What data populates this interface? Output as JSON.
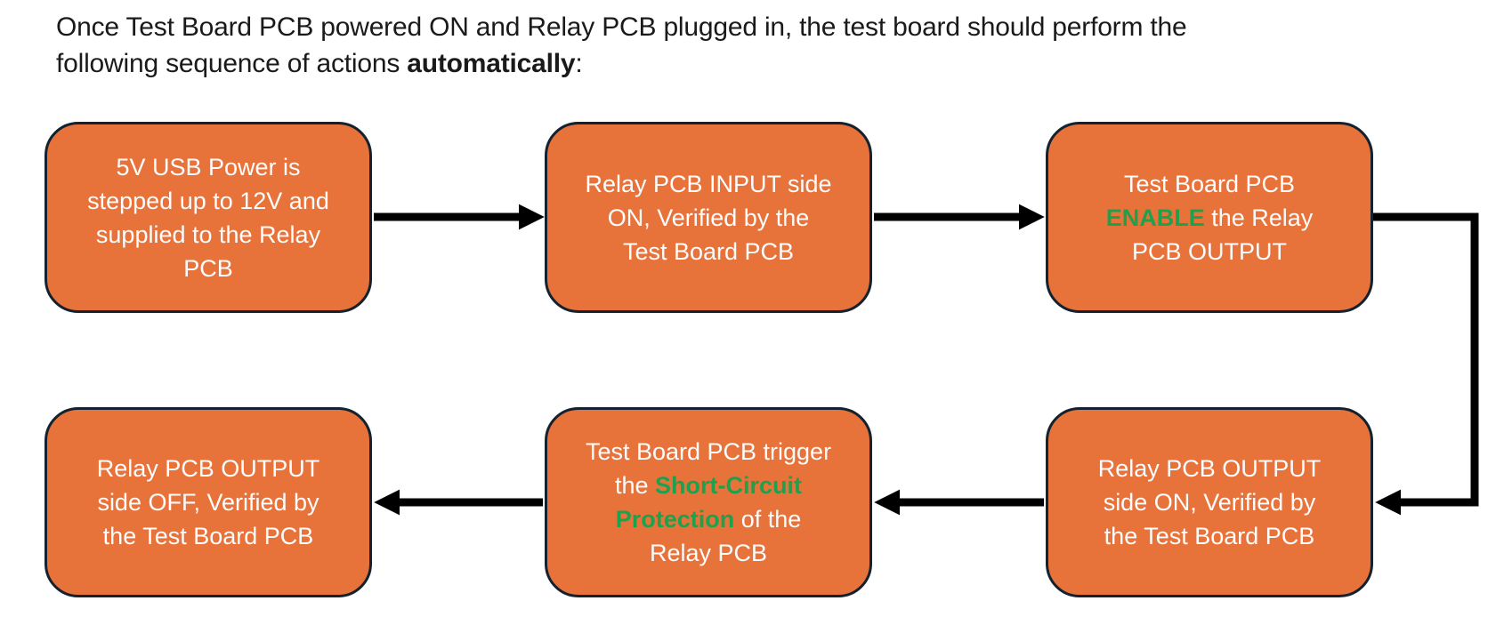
{
  "colors": {
    "box_fill": "#E8733A",
    "box_border": "#13222E",
    "green": "#1EA04D",
    "arrow": "#000000",
    "text_on_box": "#FCFCFC",
    "header_text": "#1A1A1A"
  },
  "header": {
    "lines": [
      [
        {
          "t": "Once Test Board PCB powered ON and Relay PCB plugged in, the test board should perform the"
        }
      ],
      [
        {
          "t": "following sequence of actions "
        },
        {
          "t": "automatically",
          "b": true
        },
        {
          "t": ":"
        }
      ]
    ]
  },
  "steps": [
    {
      "name": "step-1",
      "lines": [
        [
          {
            "t": "5V USB Power is"
          }
        ],
        [
          {
            "t": "stepped up to 12V and"
          }
        ],
        [
          {
            "t": "supplied to the Relay"
          }
        ],
        [
          {
            "t": "PCB"
          }
        ]
      ]
    },
    {
      "name": "step-2",
      "lines": [
        [
          {
            "t": "Relay PCB INPUT side"
          }
        ],
        [
          {
            "t": "ON, Verified by the"
          }
        ],
        [
          {
            "t": "Test Board PCB"
          }
        ]
      ]
    },
    {
      "name": "step-3",
      "lines": [
        [
          {
            "t": "Test Board PCB"
          }
        ],
        [
          {
            "t": "ENABLE",
            "b": true,
            "g": true
          },
          {
            "t": " the Relay"
          }
        ],
        [
          {
            "t": "PCB OUTPUT"
          }
        ]
      ]
    },
    {
      "name": "step-4",
      "lines": [
        [
          {
            "t": "Relay PCB OUTPUT"
          }
        ],
        [
          {
            "t": "side ON, Verified by"
          }
        ],
        [
          {
            "t": "the Test Board PCB"
          }
        ]
      ]
    },
    {
      "name": "step-5",
      "lines": [
        [
          {
            "t": "Test Board PCB trigger"
          }
        ],
        [
          {
            "t": "the "
          },
          {
            "t": "Short-Circuit",
            "b": true,
            "g": true
          }
        ],
        [
          {
            "t": "Protection",
            "b": true,
            "g": true
          },
          {
            "t": " of the"
          }
        ],
        [
          {
            "t": "Relay PCB"
          }
        ]
      ]
    },
    {
      "name": "step-6",
      "lines": [
        [
          {
            "t": "Relay PCB OUTPUT"
          }
        ],
        [
          {
            "t": "side OFF, Verified by"
          }
        ],
        [
          {
            "t": "the Test Board PCB"
          }
        ]
      ]
    }
  ]
}
